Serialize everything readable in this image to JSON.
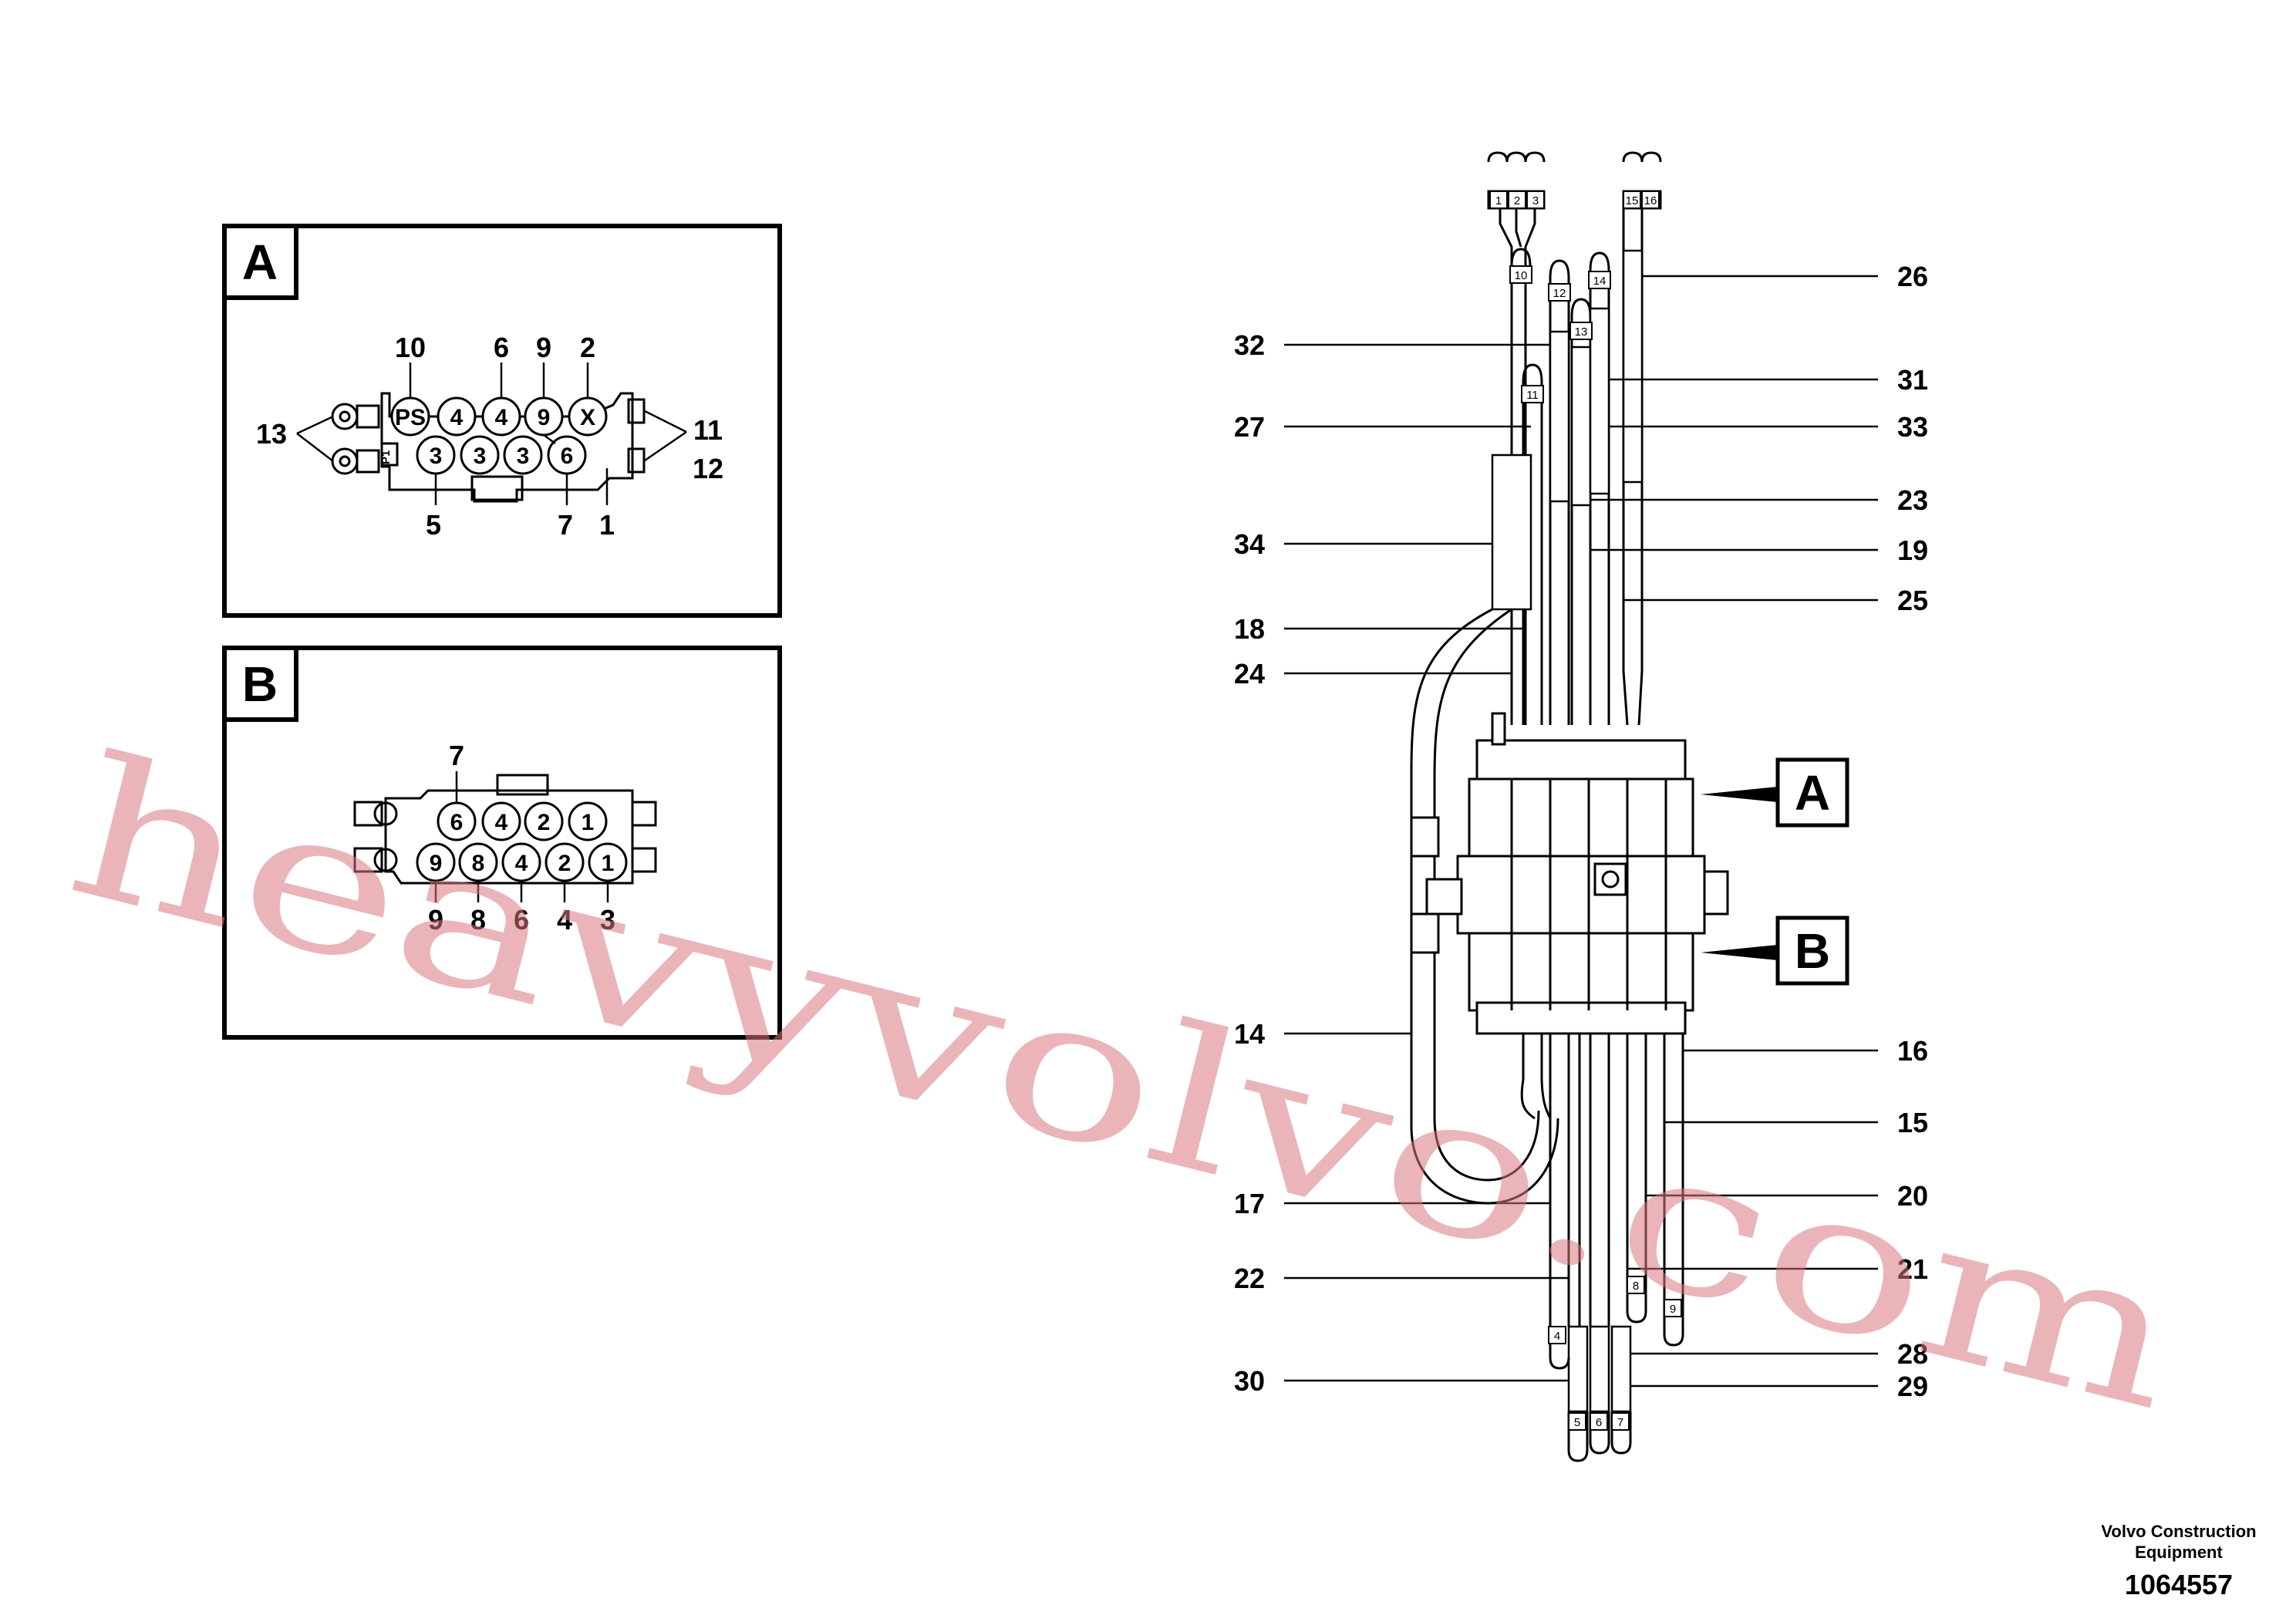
{
  "detail_a": {
    "letter": "A",
    "top_ports": [
      "PS",
      "4",
      "4",
      "9",
      "X"
    ],
    "bottom_ports": [
      "3",
      "3",
      "3",
      "6"
    ],
    "side_mark": "P1",
    "callouts": {
      "c10": "10",
      "c6": "6",
      "c9": "9",
      "c2": "2",
      "c13": "13",
      "c11": "11",
      "c12": "12",
      "c5": "5",
      "c7": "7",
      "c1": "1"
    }
  },
  "detail_b": {
    "letter": "B",
    "top_ports": [
      "6",
      "4",
      "2",
      "1"
    ],
    "bottom_ports": [
      "9",
      "8",
      "4",
      "2",
      "1"
    ],
    "callouts": {
      "top7": "7",
      "b9": "9",
      "b8": "8",
      "b6": "6",
      "b4": "4",
      "b3": "3"
    }
  },
  "main": {
    "marker_a": "A",
    "marker_b": "B",
    "left_callouts": [
      "32",
      "27",
      "34",
      "18",
      "24",
      "14",
      "17",
      "22",
      "30"
    ],
    "right_callouts": [
      "26",
      "31",
      "33",
      "23",
      "19",
      "25",
      "16",
      "15",
      "20",
      "21",
      "28",
      "29"
    ],
    "hose_tags_top": [
      "1",
      "2",
      "3",
      "15",
      "16",
      "10",
      "12",
      "13",
      "14",
      "11"
    ],
    "hose_tags_bottom": [
      "4",
      "5",
      "6",
      "7",
      "8",
      "9"
    ]
  },
  "footer": {
    "company_line1": "Volvo Construction",
    "company_line2": "Equipment",
    "drawing_number": "1064557"
  },
  "watermark": "heavyvolvo.com"
}
